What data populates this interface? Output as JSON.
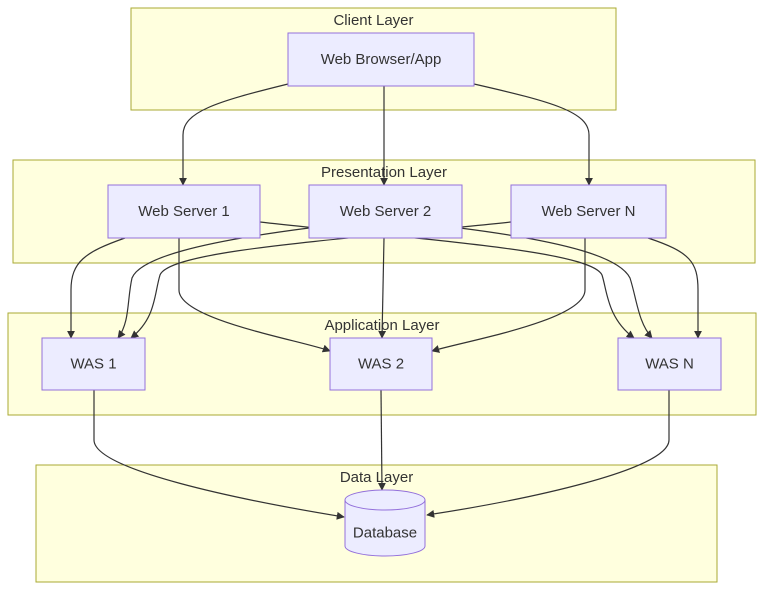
{
  "clusters": {
    "client": "Client Layer",
    "presentation": "Presentation Layer",
    "application": "Application Layer",
    "data": "Data Layer"
  },
  "nodes": {
    "browser": "Web Browser/App",
    "ws1": "Web Server 1",
    "ws2": "Web Server 2",
    "wsn": "Web Server N",
    "was1": "WAS 1",
    "was2": "WAS 2",
    "wasn": "WAS N",
    "db": "Database"
  },
  "edges": [
    {
      "from": "Web Browser/App",
      "to": "Web Server 1"
    },
    {
      "from": "Web Browser/App",
      "to": "Web Server 2"
    },
    {
      "from": "Web Browser/App",
      "to": "Web Server N"
    },
    {
      "from": "Web Server 1",
      "to": "WAS 1"
    },
    {
      "from": "Web Server 1",
      "to": "WAS 2"
    },
    {
      "from": "Web Server 1",
      "to": "WAS N"
    },
    {
      "from": "Web Server 2",
      "to": "WAS 1"
    },
    {
      "from": "Web Server 2",
      "to": "WAS 2"
    },
    {
      "from": "Web Server 2",
      "to": "WAS N"
    },
    {
      "from": "Web Server N",
      "to": "WAS 1"
    },
    {
      "from": "Web Server N",
      "to": "WAS 2"
    },
    {
      "from": "Web Server N",
      "to": "WAS N"
    },
    {
      "from": "WAS 1",
      "to": "Database"
    },
    {
      "from": "WAS 2",
      "to": "Database"
    },
    {
      "from": "WAS N",
      "to": "Database"
    }
  ],
  "colors": {
    "cluster_fill": "#ffffde",
    "cluster_stroke": "#aaaa33",
    "node_fill": "#ececff",
    "node_stroke": "#9370db",
    "edge": "#333333"
  }
}
